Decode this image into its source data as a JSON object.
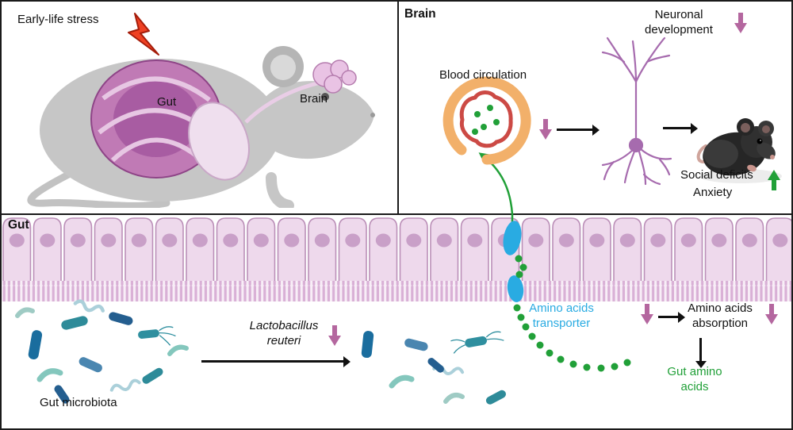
{
  "stress_panel": {
    "label": "Early-life stress",
    "gut": "Gut",
    "brain": "Brain"
  },
  "brain_panel": {
    "title": "Brain",
    "blood_circulation": "Blood circulation",
    "neuronal_development": "Neuronal development",
    "social_deficits": "Social deficits",
    "anxiety": "Anxiety"
  },
  "gut_panel": {
    "title": "Gut",
    "lactobacillus": "Lactobacillus reuteri",
    "gut_microbiota": "Gut microbiota",
    "amino_transporter": "Amino acids transporter",
    "amino_absorption": "Amino acids absorption",
    "gut_amino_acids": "Gut amino acids"
  },
  "colors": {
    "decrease_arrow": "#b4679f",
    "increase_arrow": "#21a038",
    "amino_acid_green": "#21a038",
    "transporter_cyan": "#29abe2",
    "epithelium_pink": "#ecd9ea",
    "stress_bolt_red": "#ef4123"
  }
}
